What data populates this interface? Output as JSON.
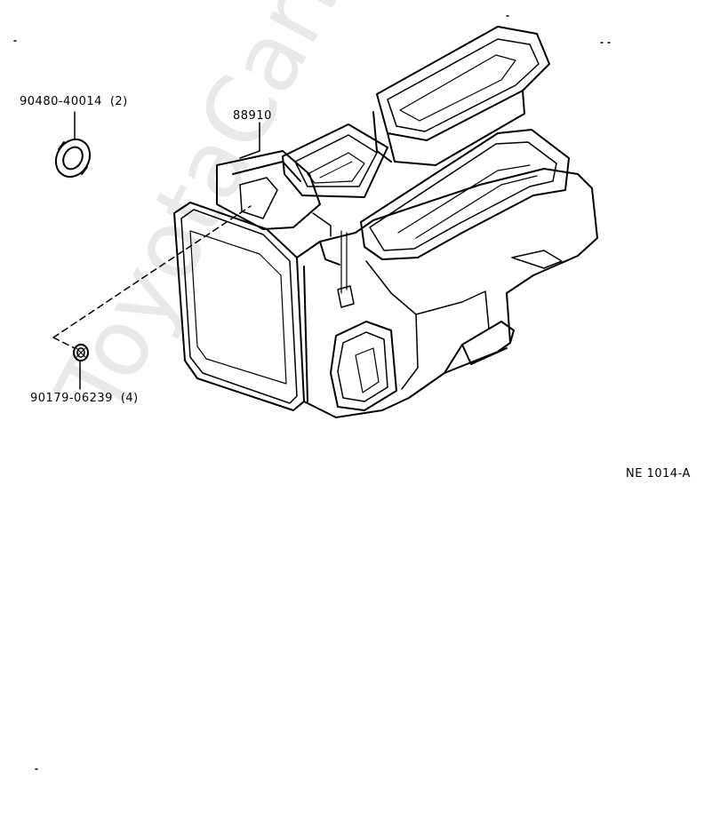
{
  "watermark": "ToyotaCarMini.ru",
  "parts": {
    "clip": {
      "number": "90480-40014",
      "qty": "(2)"
    },
    "unit": {
      "number": "88910"
    },
    "nut": {
      "number": "90179-06239",
      "qty": "(4)"
    }
  },
  "figure_code": "NE 1014-A",
  "colors": {
    "line": "#000000",
    "background": "#ffffff",
    "watermark": "#e9e9e9"
  }
}
